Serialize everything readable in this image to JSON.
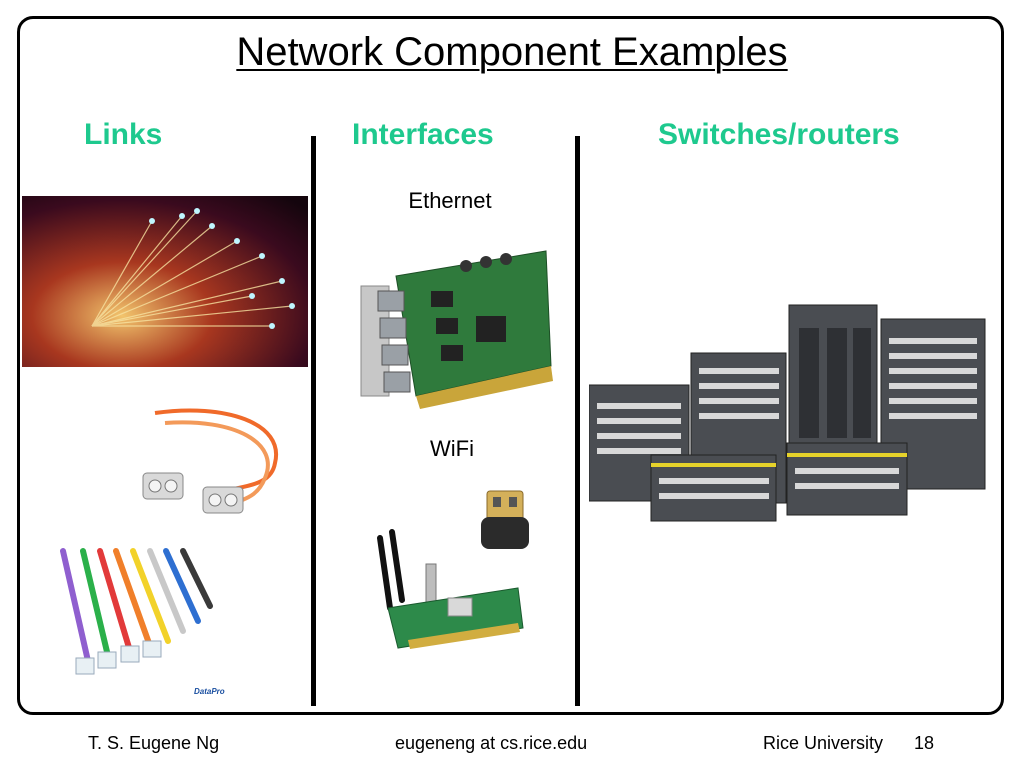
{
  "slide": {
    "title": "Network Component Examples",
    "columns": [
      {
        "heading": "Links"
      },
      {
        "heading": "Interfaces",
        "items": [
          {
            "label": "Ethernet"
          },
          {
            "label": "WiFi"
          }
        ]
      },
      {
        "heading": "Switches/routers"
      }
    ],
    "images": {
      "datapro_logo": "DataPro"
    },
    "colors": {
      "heading": "#1ec98e",
      "frame": "#000000"
    }
  },
  "footer": {
    "author": "T. S. Eugene Ng",
    "email": "eugeneng at cs.rice.edu",
    "institution": "Rice University",
    "page_number": "18"
  }
}
